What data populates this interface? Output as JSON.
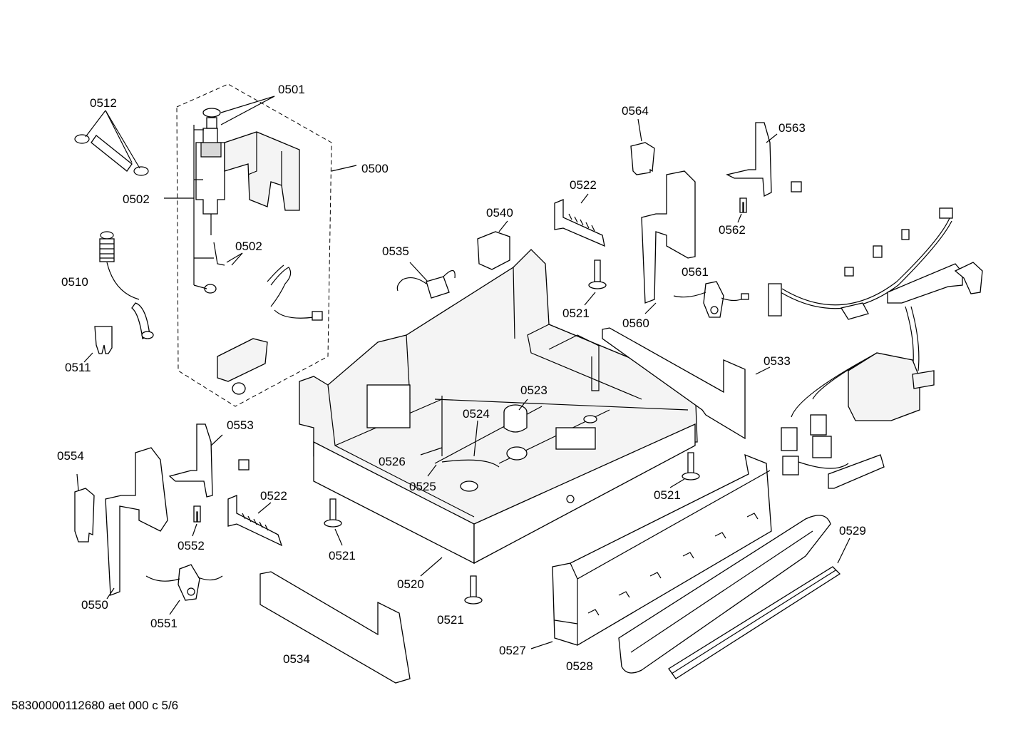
{
  "labels": {
    "p0501": "0501",
    "p0512": "0512",
    "p0500": "0500",
    "p0502a": "0502",
    "p0502b": "0502",
    "p0510": "0510",
    "p0511": "0511",
    "p0564": "0564",
    "p0563": "0563",
    "p0522a": "0522",
    "p0540": "0540",
    "p0562": "0562",
    "p0535": "0535",
    "p0561": "0561",
    "p0521a": "0521",
    "p0560": "0560",
    "p0533": "0533",
    "p0523": "0523",
    "p0524": "0524",
    "p0553": "0553",
    "p0554": "0554",
    "p0526": "0526",
    "p0525": "0525",
    "p0521b": "0521",
    "p0522b": "0522",
    "p0552": "0552",
    "p0521c": "0521",
    "p0529": "0529",
    "p0520": "0520",
    "p0550": "0550",
    "p0551": "0551",
    "p0521d": "0521",
    "p0534": "0534",
    "p0527": "0527",
    "p0528": "0528"
  },
  "footer": "58300000112680 aet 000 c 5/6"
}
